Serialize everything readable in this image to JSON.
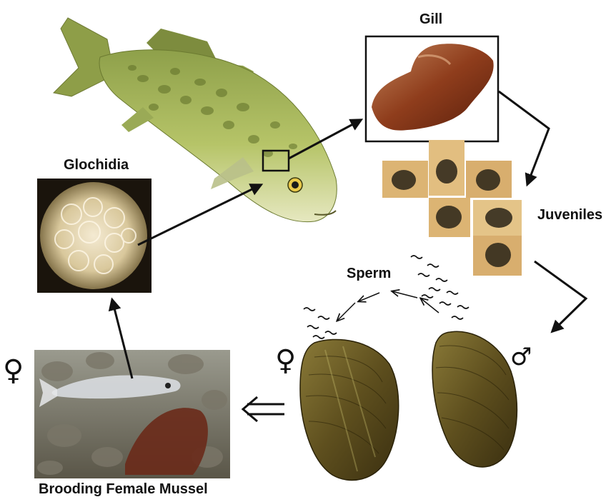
{
  "labels": {
    "gill": "Gill",
    "glochidia": "Glochidia",
    "juveniles": "Juveniles",
    "sperm": "Sperm",
    "brooding": "Brooding Female Mussel"
  },
  "symbols": {
    "female": "♀",
    "male": "♂"
  },
  "images": {
    "fish": "smallmouth-bass-illustration",
    "gill_tissue": "gill-tissue-photo",
    "glochidia": "glochidia-microscope-view",
    "juveniles": "juvenile-mussel-photos",
    "female_mussel": "female-mussel-shell",
    "male_mussel": "male-mussel-shell",
    "brooding": "brooding-mussel-with-lure-photo"
  },
  "colors": {
    "arrow": "#111111",
    "fish_body": "#a8bb58",
    "gill": "#8a3a1c",
    "shell": "#6b5a22",
    "juvenile_bg": "#d8b070"
  }
}
